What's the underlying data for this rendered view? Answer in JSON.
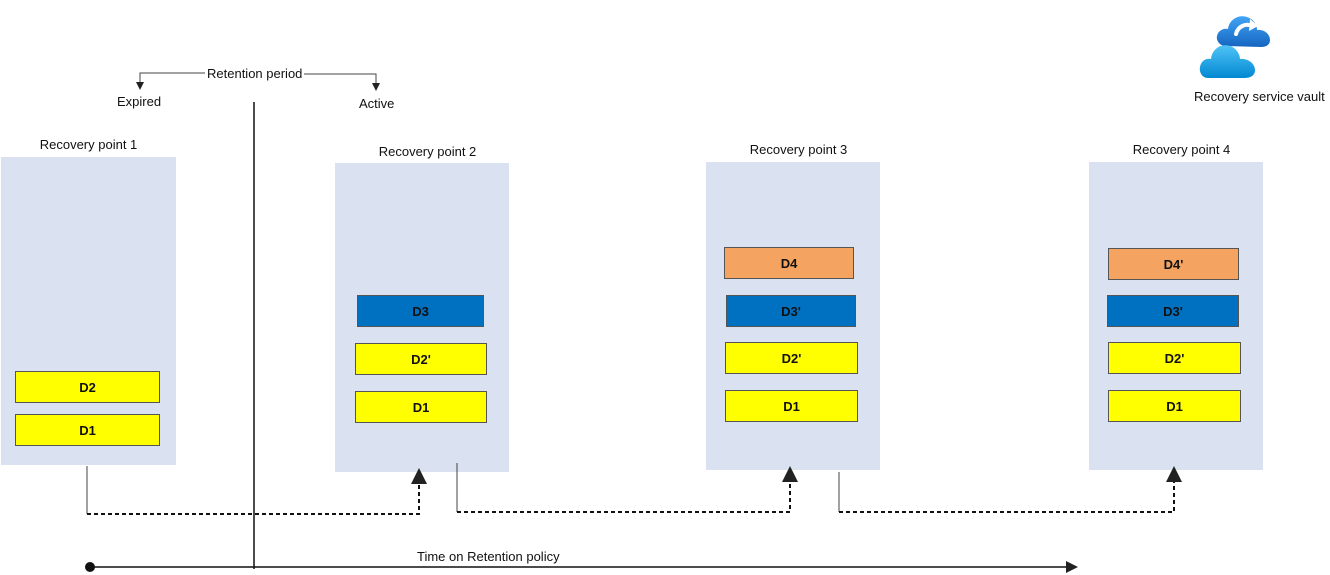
{
  "retention": {
    "title": "Retention period",
    "expired": "Expired",
    "active": "Active"
  },
  "vault": {
    "label": "Recovery service vault",
    "icon": "cloud-sync-icon",
    "colors": {
      "back_cloud": "#1e88e5",
      "front_cloud": "#4fc3f7"
    }
  },
  "timeline": {
    "label": "Time on Retention policy"
  },
  "colors": {
    "panel": "#dae1f0",
    "yellow": "#ffff00",
    "blue": "#0070c0",
    "orange": "#f4a460"
  },
  "recovery_points": [
    {
      "title": "Recovery point 1",
      "blocks": [
        {
          "label": "D2",
          "color": "yellow"
        },
        {
          "label": "D1",
          "color": "yellow"
        }
      ]
    },
    {
      "title": "Recovery point 2",
      "blocks": [
        {
          "label": "D3",
          "color": "blue"
        },
        {
          "label": "D2'",
          "color": "yellow"
        },
        {
          "label": "D1",
          "color": "yellow"
        }
      ]
    },
    {
      "title": "Recovery point 3",
      "blocks": [
        {
          "label": "D4",
          "color": "orange"
        },
        {
          "label": "D3'",
          "color": "blue"
        },
        {
          "label": "D2'",
          "color": "yellow"
        },
        {
          "label": "D1",
          "color": "yellow"
        }
      ]
    },
    {
      "title": "Recovery point 4",
      "blocks": [
        {
          "label": "D4'",
          "color": "orange"
        },
        {
          "label": "D3'",
          "color": "blue"
        },
        {
          "label": "D2'",
          "color": "yellow"
        },
        {
          "label": "D1",
          "color": "yellow"
        }
      ]
    }
  ]
}
